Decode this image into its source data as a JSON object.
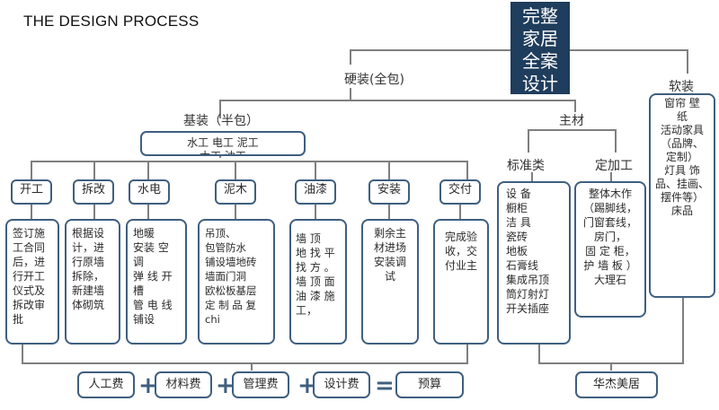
{
  "title": "THE DESIGN PROCESS",
  "main": "完整\n家居\n全案\n设计",
  "hard": "硬装(全包)",
  "soft": {
    "label": "软装",
    "desc": "窗帘 壁\n纸\n活动家具\n（品牌、\n定制）\n灯具 饰\n品、挂画、\n摆件等）\n床品"
  },
  "basic": {
    "label": "基装（半包）",
    "trades": "水工 电工 泥工\n木工 油工"
  },
  "main_material": {
    "label": "主材",
    "standard": {
      "label": "标准类",
      "desc": "设 备\n橱柜\n洁 具\n瓷砖\n地板\n石膏线\n  集成吊顶\n  筒灯射灯\n  开关插座"
    },
    "custom": {
      "label": "定加工",
      "desc": "整体木作\n（踢脚线，\n门窗套线，\n房门，\n固 定 柜，\n护 墙 板 ）\n大理石"
    }
  },
  "steps": [
    {
      "name": "开工",
      "desc": "签订施\n工合同\n后，进\n行开工\n仪式及\n拆改审\n批"
    },
    {
      "name": "拆改",
      "desc": "根据设\n计，进\n行原墙\n拆除，\n新建墙\n体砌筑"
    },
    {
      "name": "水电",
      "desc": "地暖\n安装 空\n调\n弹 线 开\n槽\n管 电 线\n铺设"
    },
    {
      "name": "泥木",
      "desc": "吊顶、\n包管防水\n铺设墙地砖\n墙面门洞\n欧松板基层\n定 制 品 复\nchi"
    },
    {
      "name": "油漆",
      "desc": "墙      顶\n地 找  平\n找 方  。\n墙 顶  面\n油 漆  施\n工，"
    },
    {
      "name": "安装",
      "desc": "剩余主\n材进场\n安装调\n试"
    },
    {
      "name": "交付",
      "desc": "完成验\n收，交\n付业主"
    }
  ],
  "formula": {
    "items": [
      "人工费",
      "材料费",
      "管理费",
      "设计费"
    ],
    "plus": "+",
    "equals": "=",
    "result": "预算",
    "brand": "华杰美居"
  }
}
